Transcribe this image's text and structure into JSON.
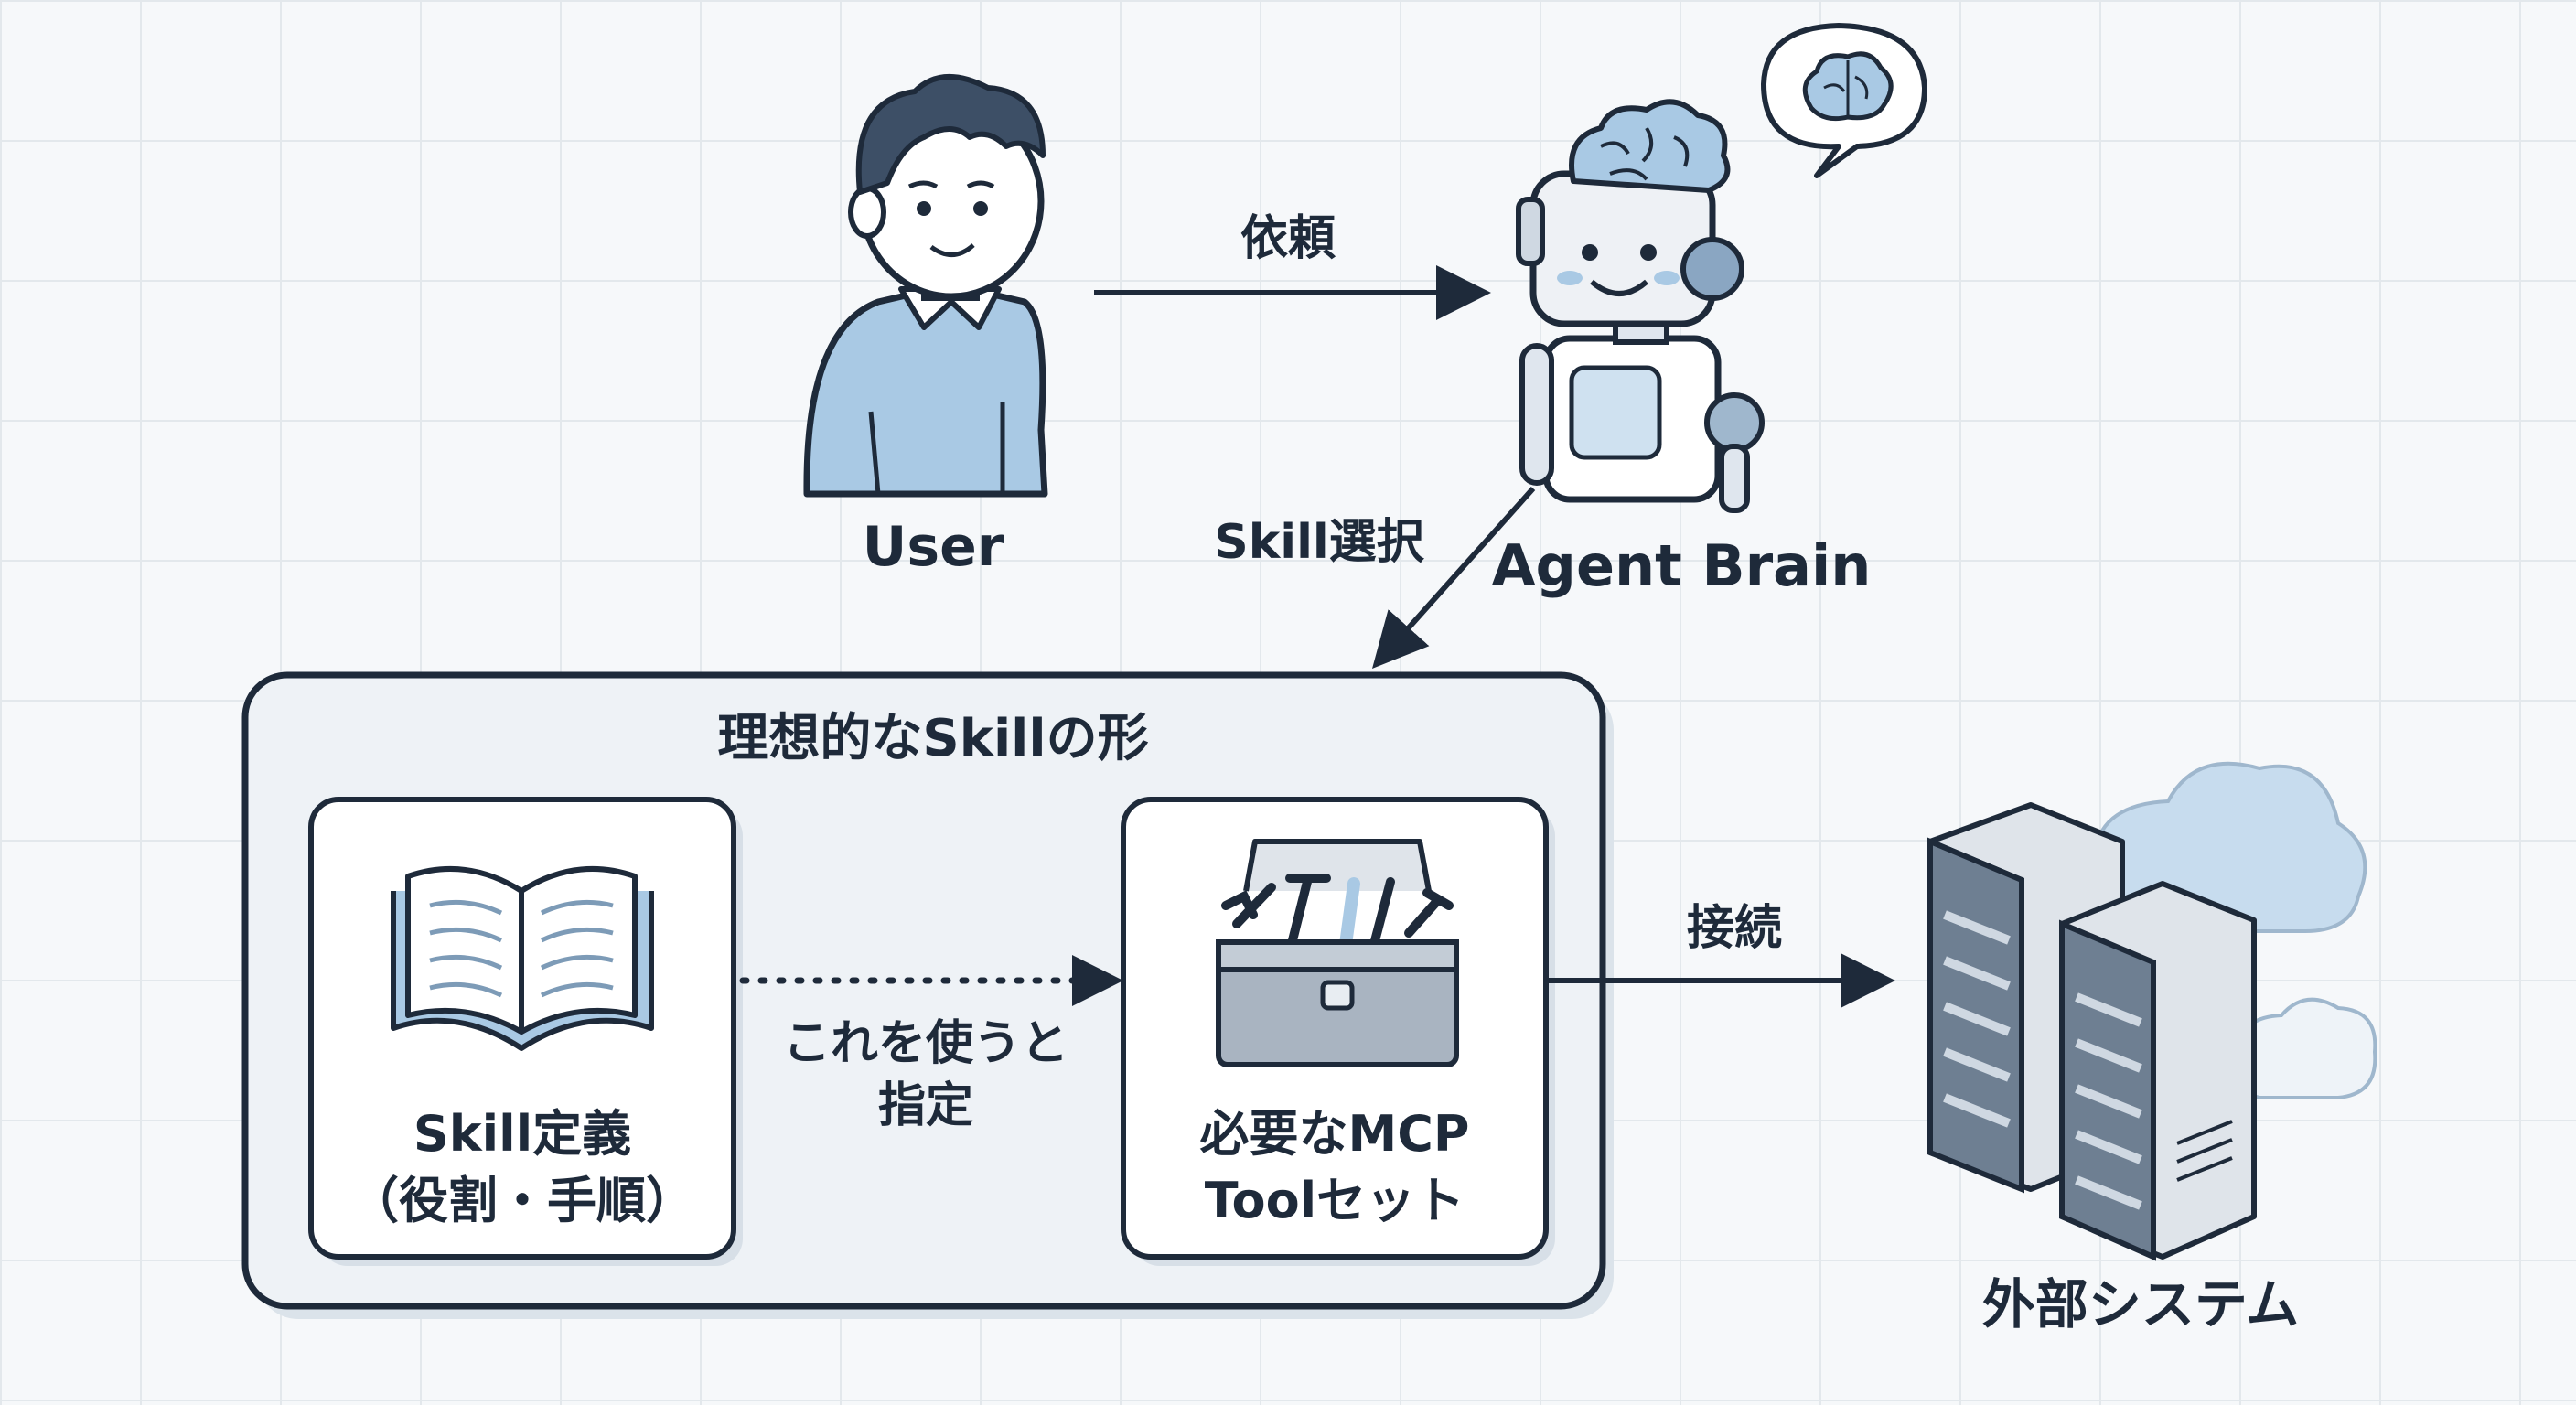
{
  "nodes": {
    "user": {
      "label": "User"
    },
    "agent": {
      "label": "Agent Brain"
    },
    "external": {
      "label": "外部システム"
    }
  },
  "container": {
    "title": "理想的なSkillの形"
  },
  "boxes": {
    "skill_def": {
      "line1": "Skill定義",
      "line2": "（役割・手順）"
    },
    "mcp_tools": {
      "line1": "必要なMCP",
      "line2": "Toolセット"
    }
  },
  "edges": {
    "request": {
      "label": "依頼"
    },
    "select": {
      "label": "Skill選択"
    },
    "specify": {
      "line1": "これを使うと",
      "line2": "指定"
    },
    "connect": {
      "label": "接続"
    }
  },
  "colors": {
    "ink": "#1e2a3a",
    "accent_blue": "#a9c9e4",
    "panel_fill": "#eef2f6",
    "box_fill": "#ffffff"
  }
}
